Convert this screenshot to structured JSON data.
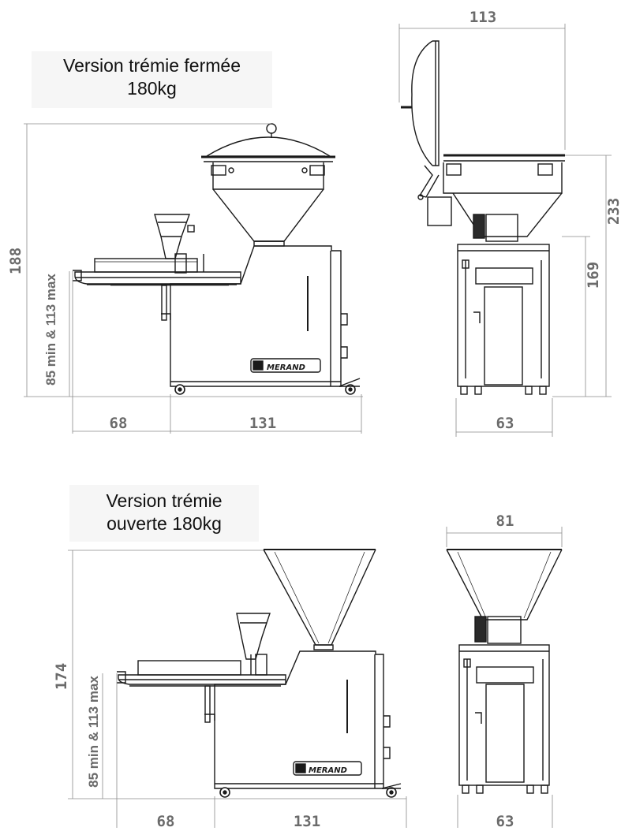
{
  "top_section": {
    "title_line1": "Version trémie fermée",
    "title_line2": "180kg",
    "side_view": {
      "height_total": "188",
      "height_range": "85 min & 113 max",
      "width_conveyor": "68",
      "width_body": "131"
    },
    "front_view": {
      "width_open_lid": "113",
      "height_right": "233",
      "height_inner": "169",
      "width_base": "63"
    }
  },
  "bottom_section": {
    "title_line1": "Version trémie",
    "title_line2": "ouverte 180kg",
    "side_view": {
      "height_total": "174",
      "height_range": "85 min & 113 max",
      "width_conveyor": "68",
      "width_body": "131"
    },
    "front_view": {
      "width_hopper": "81",
      "width_base": "63"
    }
  },
  "brand_plate_text": "MERAND",
  "colors": {
    "line": "#1a1a1a",
    "dimension": "#8a8a8a",
    "dim_text": "#6b6b6b"
  }
}
